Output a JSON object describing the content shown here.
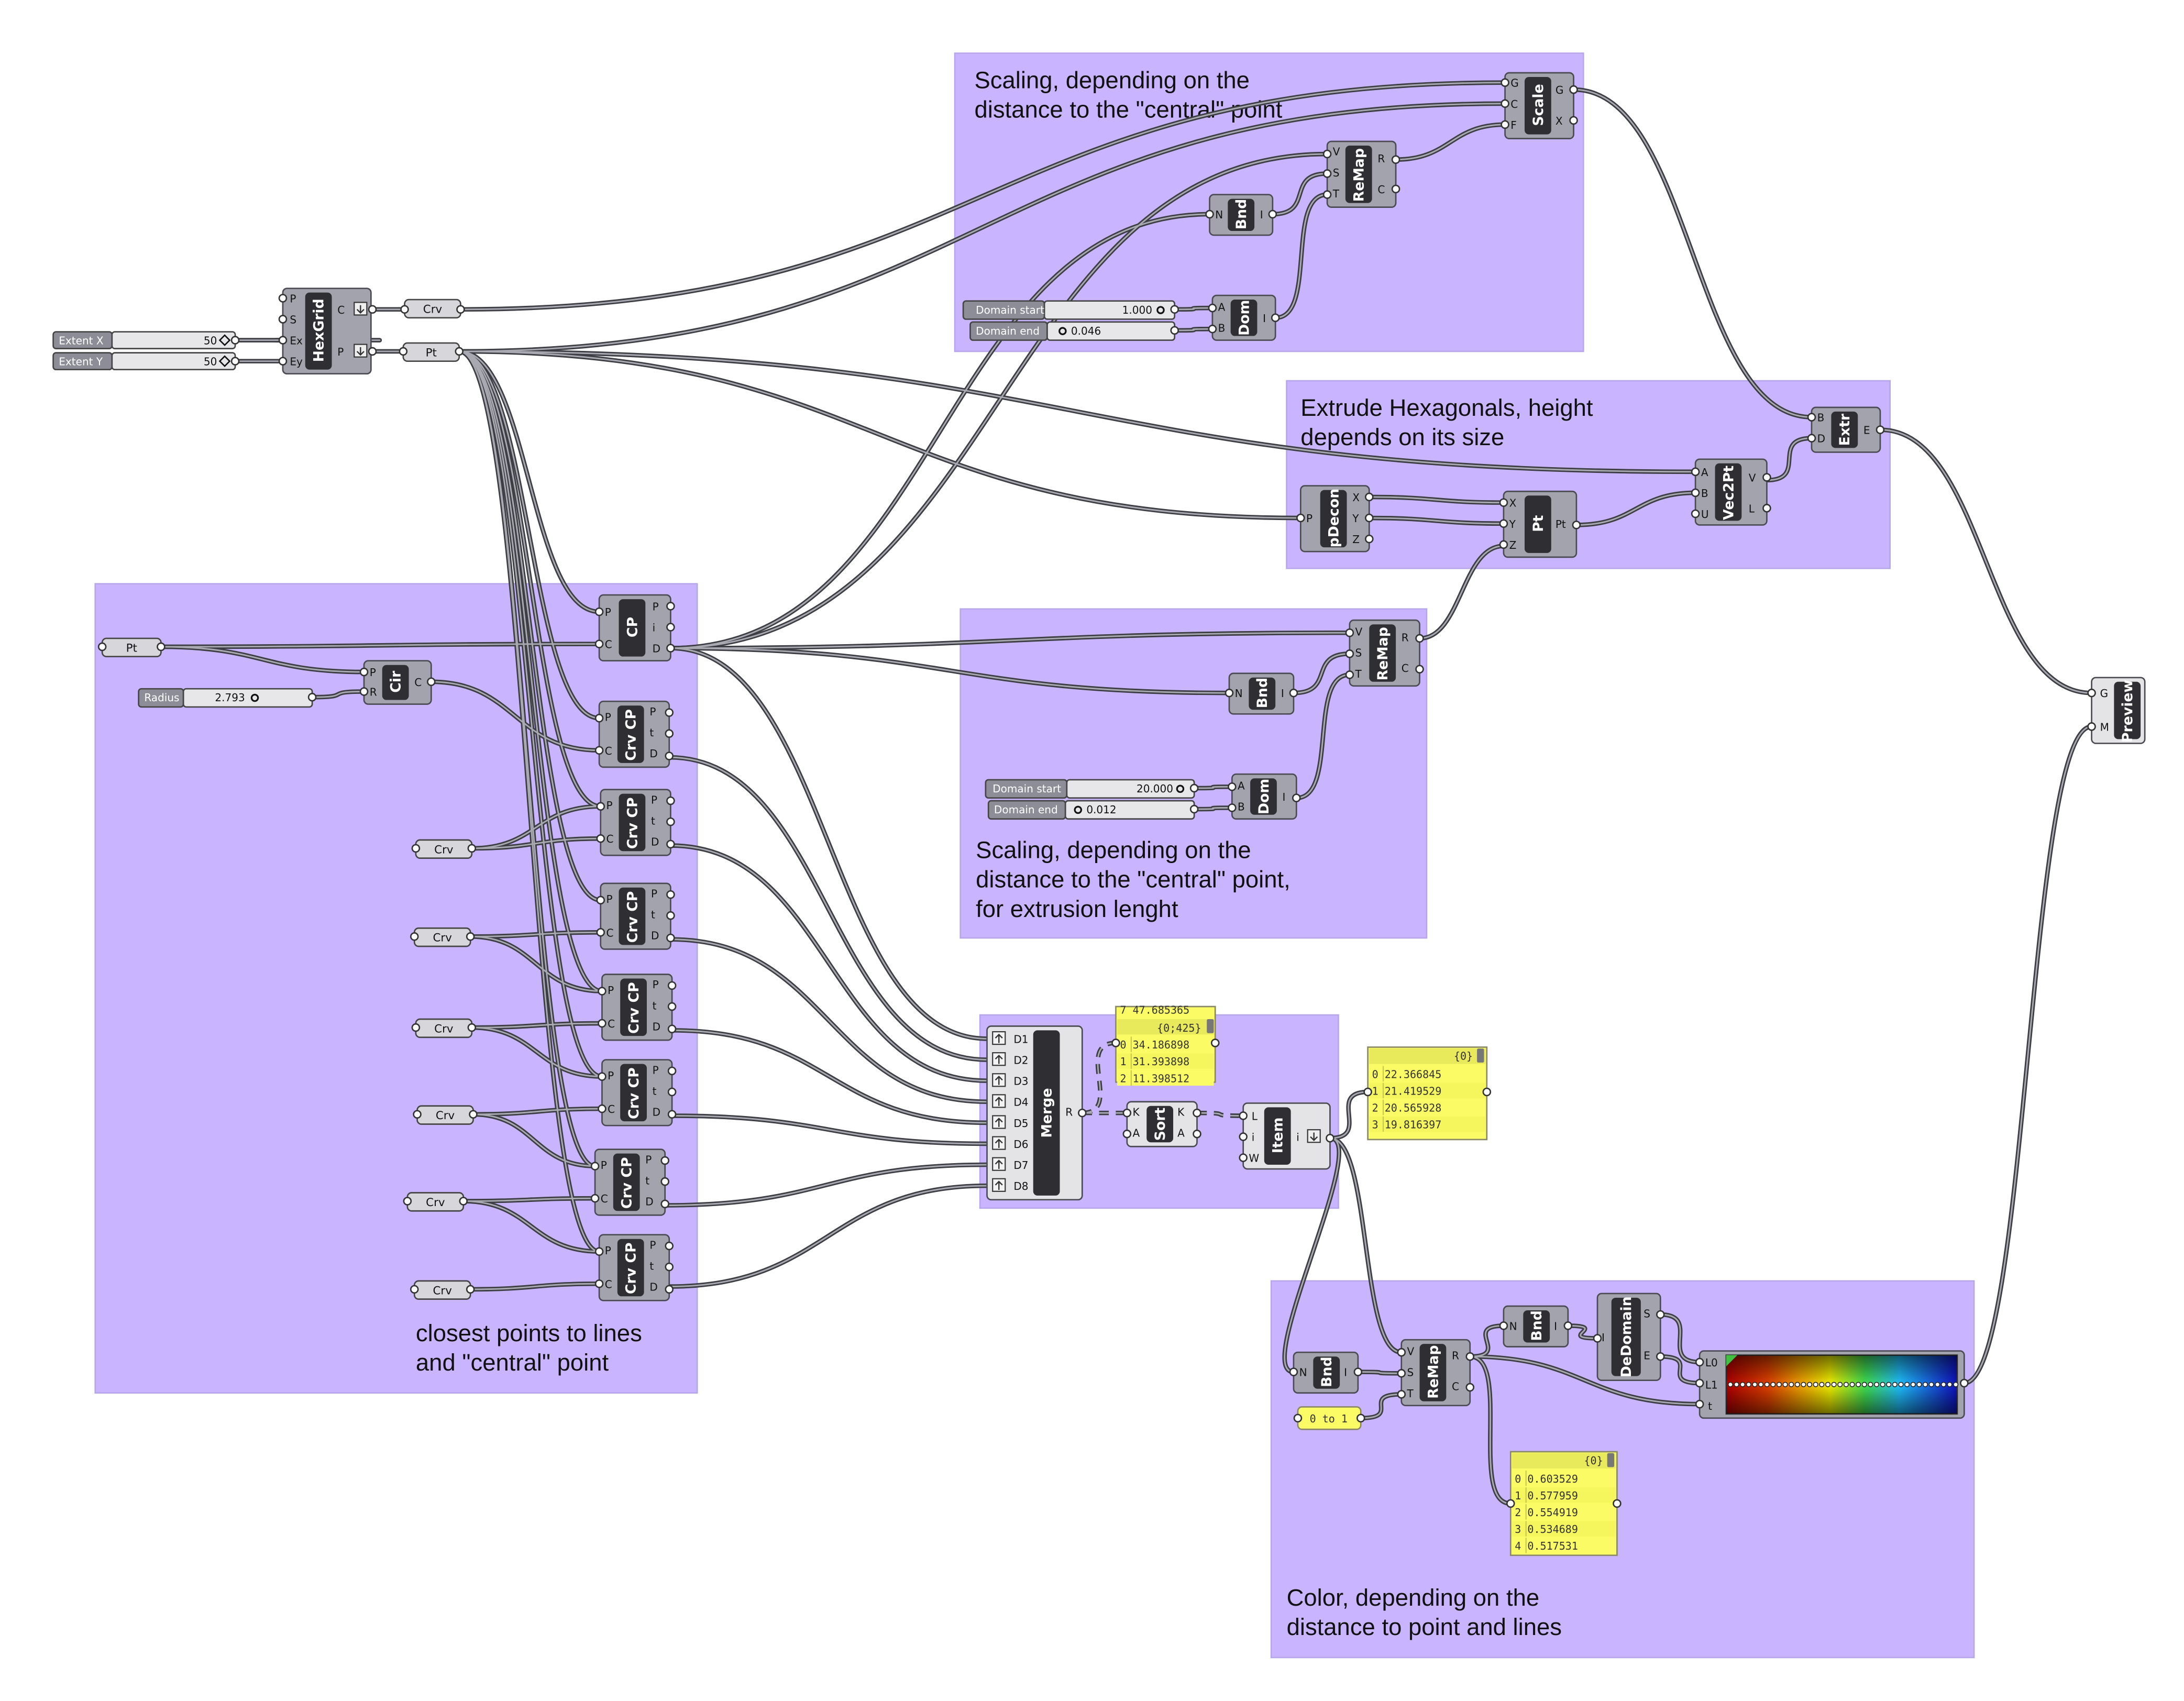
{
  "groups": {
    "scale_group": {
      "line1": "Scaling, depending on the",
      "line2": "distance to the \"central\" point"
    },
    "extrude_group": {
      "line1": "Extrude Hexagonals, height",
      "line2": "depends on its size"
    },
    "extrusion_scale_group": {
      "line1": "Scaling, depending on the",
      "line2": "distance to the \"central\" point,",
      "line3": "for extrusion lenght"
    },
    "closest_group": {
      "line1": "closest points to lines",
      "line2": "and \"central\" point"
    },
    "color_group": {
      "line1": "Color, depending on the",
      "line2": "distance to point and lines"
    }
  },
  "sliders": {
    "extent_x": {
      "label": "Extent X",
      "value": "50"
    },
    "extent_y": {
      "label": "Extent Y",
      "value": "50"
    },
    "radius": {
      "label": "Radius",
      "value": "2.793"
    },
    "scale_domain_start": {
      "label": "Domain start",
      "value": "1.000"
    },
    "scale_domain_end": {
      "label": "Domain end",
      "value": "0.046"
    },
    "extr_domain_start": {
      "label": "Domain start",
      "value": "20.000"
    },
    "extr_domain_end": {
      "label": "Domain end",
      "value": "0.012"
    }
  },
  "components": {
    "hexgrid": {
      "title": "HexGrid",
      "inputs": [
        "P",
        "S",
        "Ex",
        "Ey"
      ],
      "outputs": [
        "C",
        "P"
      ]
    },
    "scale": {
      "title": "Scale",
      "inputs": [
        "G",
        "C",
        "F"
      ],
      "outputs": [
        "G",
        "X"
      ]
    },
    "remap_top": {
      "title": "ReMap",
      "inputs": [
        "V",
        "S",
        "T"
      ],
      "outputs": [
        "R",
        "C"
      ]
    },
    "bnd_top": {
      "title": "Bnd",
      "inputs": [
        "N"
      ],
      "outputs": [
        "I"
      ]
    },
    "dom_top": {
      "title": "Dom",
      "inputs": [
        "A",
        "B"
      ],
      "outputs": [
        "I"
      ]
    },
    "extr": {
      "title": "Extr",
      "inputs": [
        "B",
        "D"
      ],
      "outputs": [
        "E"
      ]
    },
    "vec2pt": {
      "title": "Vec2Pt",
      "inputs": [
        "A",
        "B",
        "U"
      ],
      "outputs": [
        "V",
        "L"
      ]
    },
    "pdecon": {
      "title": "pDecon",
      "inputs": [
        "P"
      ],
      "outputs": [
        "X",
        "Y",
        "Z"
      ]
    },
    "pt": {
      "title": "Pt",
      "inputs": [
        "X",
        "Y",
        "Z"
      ],
      "outputs": [
        "Pt"
      ]
    },
    "remap_mid": {
      "title": "ReMap",
      "inputs": [
        "V",
        "S",
        "T"
      ],
      "outputs": [
        "R",
        "C"
      ]
    },
    "bnd_mid": {
      "title": "Bnd",
      "inputs": [
        "N"
      ],
      "outputs": [
        "I"
      ]
    },
    "dom_mid": {
      "title": "Dom",
      "inputs": [
        "A",
        "B"
      ],
      "outputs": [
        "I"
      ]
    },
    "cp": {
      "title": "CP",
      "inputs": [
        "P",
        "C"
      ],
      "outputs": [
        "P",
        "i",
        "D"
      ]
    },
    "cir": {
      "title": "Cir",
      "inputs": [
        "P",
        "R"
      ],
      "outputs": [
        "C"
      ]
    },
    "crvcp": {
      "title": "Crv CP",
      "inputs": [
        "P",
        "C"
      ],
      "outputs": [
        "P",
        "t",
        "D"
      ]
    },
    "merge": {
      "title": "Merge",
      "inputs": [
        "D1",
        "D2",
        "D3",
        "D4",
        "D5",
        "D6",
        "D7",
        "D8"
      ],
      "outputs": [
        "R"
      ]
    },
    "sort": {
      "title": "Sort",
      "inputs": [
        "K",
        "A"
      ],
      "outputs": [
        "K",
        "A"
      ]
    },
    "item": {
      "title": "Item",
      "inputs": [
        "L",
        "i",
        "W"
      ],
      "outputs": [
        "i"
      ]
    },
    "preview": {
      "title": "Preview",
      "inputs": [
        "G",
        "M"
      ]
    },
    "bnd_col": {
      "title": "Bnd",
      "inputs": [
        "N"
      ],
      "outputs": [
        "I"
      ]
    },
    "remap_col": {
      "title": "ReMap",
      "inputs": [
        "V",
        "S",
        "T"
      ],
      "outputs": [
        "R",
        "C"
      ]
    },
    "bnd_col2": {
      "title": "Bnd",
      "inputs": [
        "N"
      ],
      "outputs": [
        "I"
      ]
    },
    "dedomain": {
      "title": "DeDomain",
      "inputs": [
        "I"
      ],
      "outputs": [
        "S",
        "E"
      ]
    },
    "gradient": {
      "inputs": [
        "L0",
        "L1",
        "t"
      ]
    }
  },
  "params": {
    "crv_top": "Crv",
    "pt_top": "Pt",
    "pt_left": "Pt",
    "crv_list": [
      "Crv",
      "Crv",
      "Crv",
      "Crv",
      "Crv",
      "Crv"
    ],
    "zero_to_one": "0 to 1"
  },
  "panels": {
    "merge_panel": {
      "top_cut": "7 47.685365",
      "path": "{0;425}",
      "rows": [
        "0 34.186898",
        "1 31.393898",
        "2 11.398512"
      ]
    },
    "item_panel": {
      "path": "{0}",
      "rows": [
        "0 22.366845",
        "1 21.419529",
        "2 20.565928",
        "3 19.816397"
      ]
    },
    "remap_panel": {
      "path": "{0}",
      "rows": [
        "0 0.603529",
        "1 0.577959",
        "2 0.554919",
        "3 0.534689",
        "4 0.517531"
      ]
    }
  },
  "colors": {
    "group": "#c9b5ff",
    "panel": "#fbfb66",
    "wire": "#3d3d44",
    "component": "#a3a3ad"
  }
}
